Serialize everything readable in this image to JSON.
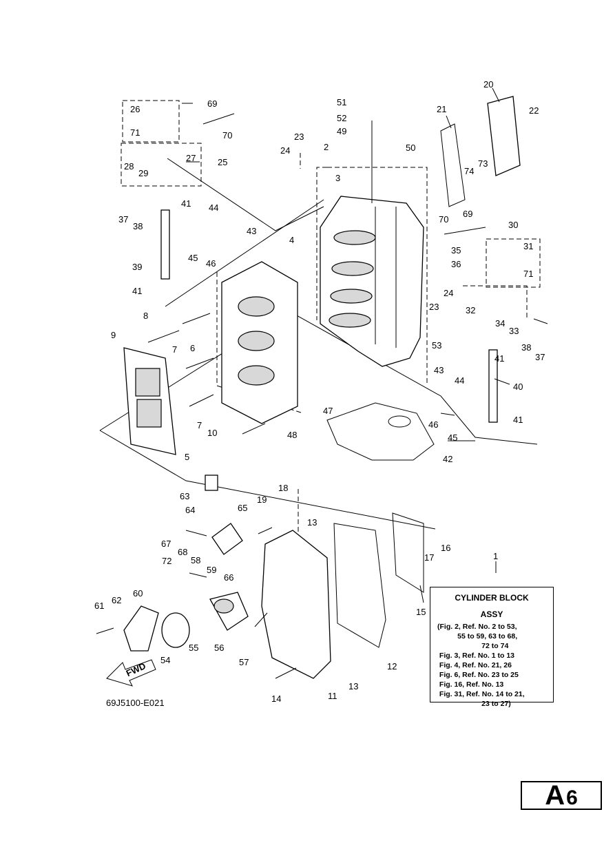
{
  "diagram_code": "69J5100-E021",
  "fwd_label": "FWD",
  "page_plate": {
    "letter": "A",
    "number": "6"
  },
  "info_box": {
    "title": "CYLINDER BLOCK",
    "subtitle": "ASSY",
    "refs": [
      "(Fig. 2, Ref. No. 2 to 53,",
      "          55 to 59, 63 to 68,",
      "                      72 to 74",
      " Fig. 3, Ref. No. 1 to 13",
      " Fig. 4, Ref. No. 21, 26",
      " Fig. 6, Ref. No. 23 to 25",
      " Fig. 16, Ref. No. 13",
      " Fig. 31, Ref. No. 14 to 21,",
      "                      23 to 27)"
    ]
  },
  "callouts": [
    {
      "id": "c1",
      "text": "1"
    },
    {
      "id": "c2",
      "text": "2"
    },
    {
      "id": "c3",
      "text": "3"
    },
    {
      "id": "c4",
      "text": "4"
    },
    {
      "id": "c5",
      "text": "5"
    },
    {
      "id": "c6",
      "text": "6"
    },
    {
      "id": "c7a",
      "text": "7"
    },
    {
      "id": "c7b",
      "text": "7"
    },
    {
      "id": "c8",
      "text": "8"
    },
    {
      "id": "c9",
      "text": "9"
    },
    {
      "id": "c10",
      "text": "10"
    },
    {
      "id": "c11",
      "text": "11"
    },
    {
      "id": "c12",
      "text": "12"
    },
    {
      "id": "c13a",
      "text": "13"
    },
    {
      "id": "c13b",
      "text": "13"
    },
    {
      "id": "c14",
      "text": "14"
    },
    {
      "id": "c15",
      "text": "15"
    },
    {
      "id": "c16",
      "text": "16"
    },
    {
      "id": "c17",
      "text": "17"
    },
    {
      "id": "c18",
      "text": "18"
    },
    {
      "id": "c19",
      "text": "19"
    },
    {
      "id": "c20",
      "text": "20"
    },
    {
      "id": "c21",
      "text": "21"
    },
    {
      "id": "c22",
      "text": "22"
    },
    {
      "id": "c23a",
      "text": "23"
    },
    {
      "id": "c23b",
      "text": "23"
    },
    {
      "id": "c24a",
      "text": "24"
    },
    {
      "id": "c24b",
      "text": "24"
    },
    {
      "id": "c25",
      "text": "25"
    },
    {
      "id": "c26",
      "text": "26"
    },
    {
      "id": "c27",
      "text": "27"
    },
    {
      "id": "c28",
      "text": "28"
    },
    {
      "id": "c29",
      "text": "29"
    },
    {
      "id": "c30",
      "text": "30"
    },
    {
      "id": "c31",
      "text": "31"
    },
    {
      "id": "c32",
      "text": "32"
    },
    {
      "id": "c33",
      "text": "33"
    },
    {
      "id": "c34",
      "text": "34"
    },
    {
      "id": "c35",
      "text": "35"
    },
    {
      "id": "c36",
      "text": "36"
    },
    {
      "id": "c37a",
      "text": "37"
    },
    {
      "id": "c37b",
      "text": "37"
    },
    {
      "id": "c38a",
      "text": "38"
    },
    {
      "id": "c38b",
      "text": "38"
    },
    {
      "id": "c39",
      "text": "39"
    },
    {
      "id": "c40",
      "text": "40"
    },
    {
      "id": "c41a",
      "text": "41"
    },
    {
      "id": "c41b",
      "text": "41"
    },
    {
      "id": "c41c",
      "text": "41"
    },
    {
      "id": "c41d",
      "text": "41"
    },
    {
      "id": "c42",
      "text": "42"
    },
    {
      "id": "c43a",
      "text": "43"
    },
    {
      "id": "c43b",
      "text": "43"
    },
    {
      "id": "c44a",
      "text": "44"
    },
    {
      "id": "c44b",
      "text": "44"
    },
    {
      "id": "c45a",
      "text": "45"
    },
    {
      "id": "c45b",
      "text": "45"
    },
    {
      "id": "c46a",
      "text": "46"
    },
    {
      "id": "c46b",
      "text": "46"
    },
    {
      "id": "c47",
      "text": "47"
    },
    {
      "id": "c48",
      "text": "48"
    },
    {
      "id": "c49",
      "text": "49"
    },
    {
      "id": "c50",
      "text": "50"
    },
    {
      "id": "c51",
      "text": "51"
    },
    {
      "id": "c52",
      "text": "52"
    },
    {
      "id": "c53",
      "text": "53"
    },
    {
      "id": "c54",
      "text": "54"
    },
    {
      "id": "c55",
      "text": "55"
    },
    {
      "id": "c56",
      "text": "56"
    },
    {
      "id": "c57",
      "text": "57"
    },
    {
      "id": "c58",
      "text": "58"
    },
    {
      "id": "c59",
      "text": "59"
    },
    {
      "id": "c60",
      "text": "60"
    },
    {
      "id": "c61",
      "text": "61"
    },
    {
      "id": "c62",
      "text": "62"
    },
    {
      "id": "c63",
      "text": "63"
    },
    {
      "id": "c64",
      "text": "64"
    },
    {
      "id": "c65",
      "text": "65"
    },
    {
      "id": "c66",
      "text": "66"
    },
    {
      "id": "c67",
      "text": "67"
    },
    {
      "id": "c68",
      "text": "68"
    },
    {
      "id": "c69a",
      "text": "69"
    },
    {
      "id": "c69b",
      "text": "69"
    },
    {
      "id": "c70a",
      "text": "70"
    },
    {
      "id": "c70b",
      "text": "70"
    },
    {
      "id": "c71a",
      "text": "71"
    },
    {
      "id": "c71b",
      "text": "71"
    },
    {
      "id": "c72",
      "text": "72"
    },
    {
      "id": "c73",
      "text": "73"
    },
    {
      "id": "c74",
      "text": "74"
    }
  ]
}
